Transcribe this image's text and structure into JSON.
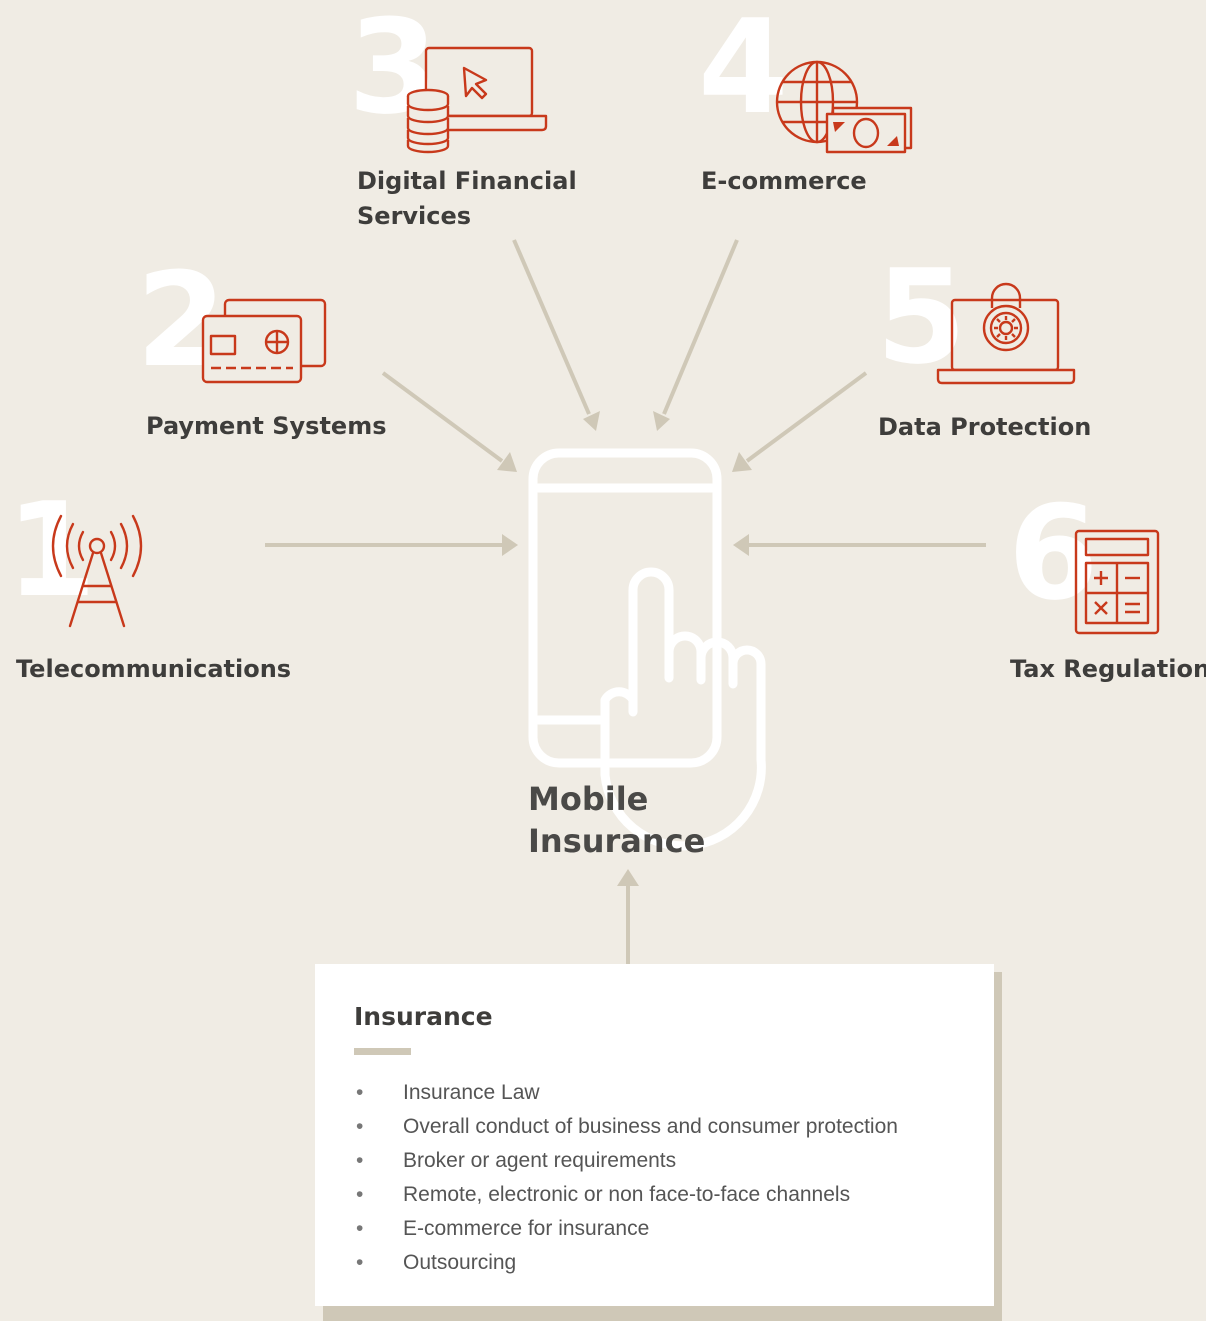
{
  "colors": {
    "background": "#f0ece4",
    "accent": "#c8391b",
    "arrow": "#cfc8b7",
    "number": "#ffffff",
    "text": "#3e3d3b"
  },
  "nodes": [
    {
      "number": "1",
      "label": "Telecommunications",
      "icon": "radio-tower-icon"
    },
    {
      "number": "2",
      "label": "Payment Systems",
      "icon": "credit-cards-icon"
    },
    {
      "number": "3",
      "label": "Digital Financial Services",
      "label_line1": "Digital Financial",
      "label_line2": "Services",
      "icon": "laptop-coins-icon"
    },
    {
      "number": "4",
      "label": "E-commerce",
      "icon": "globe-money-icon"
    },
    {
      "number": "5",
      "label": "Data Protection",
      "icon": "laptop-lock-icon"
    },
    {
      "number": "6",
      "label": "Tax Regulation",
      "icon": "calculator-icon"
    }
  ],
  "center": {
    "line1": "Mobile",
    "line2": "Insurance",
    "icon": "phone-tap-icon"
  },
  "card": {
    "title": "Insurance",
    "bullet": "•",
    "items": [
      "Insurance Law",
      "Overall conduct of business and consumer protection",
      "Broker or agent requirements",
      "Remote, electronic or non face-to-face channels",
      "E-commerce for insurance",
      "Outsourcing"
    ]
  }
}
